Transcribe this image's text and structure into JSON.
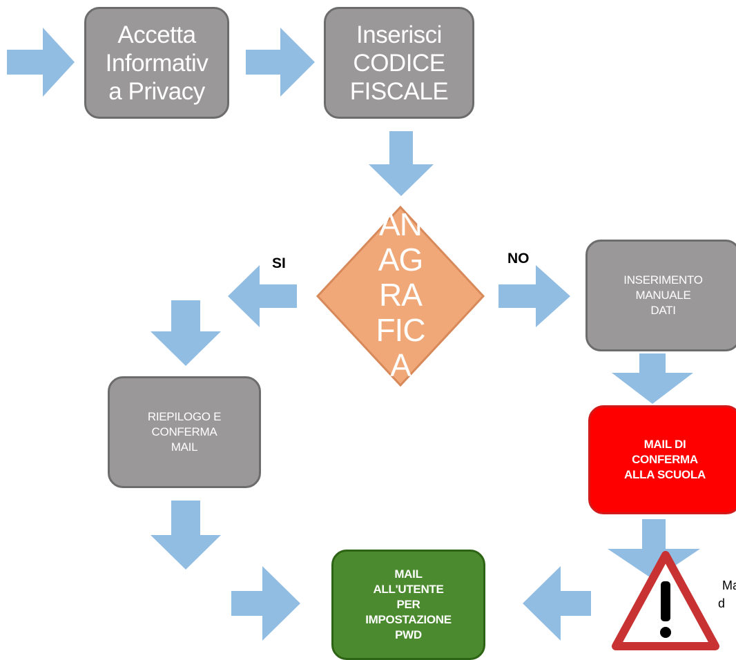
{
  "nodes": {
    "accetta": "Accetta\nInformativ\na Privacy",
    "inserisci": "Inserisci\nCODICE\nFISCALE",
    "decision": "AN\nAG\nRA\nFIC\nA",
    "inserimento": "INSERIMENTO\nMANUALE\nDATI",
    "riepilogo": "RIEPILOGO E\nCONFERMA\nMAIL",
    "mail_scuola": "MAIL DI\nCONFERMA\nALLA SCUOLA",
    "mail_utente": "MAIL\nALL'UTENTE\nPER\nIMPOSTAZIONE\nPWD"
  },
  "labels": {
    "si": "SI",
    "no": "NO"
  },
  "note": {
    "line1": "Ma",
    "line2": "d"
  },
  "icons": {
    "warning": "warning-triangle-icon"
  },
  "colors": {
    "arrow": "#92bde3",
    "process": "#9a9898",
    "decision": "#f0a878",
    "alert": "#ff0000",
    "success": "#4b8a2e",
    "warning_border": "#c83232"
  }
}
